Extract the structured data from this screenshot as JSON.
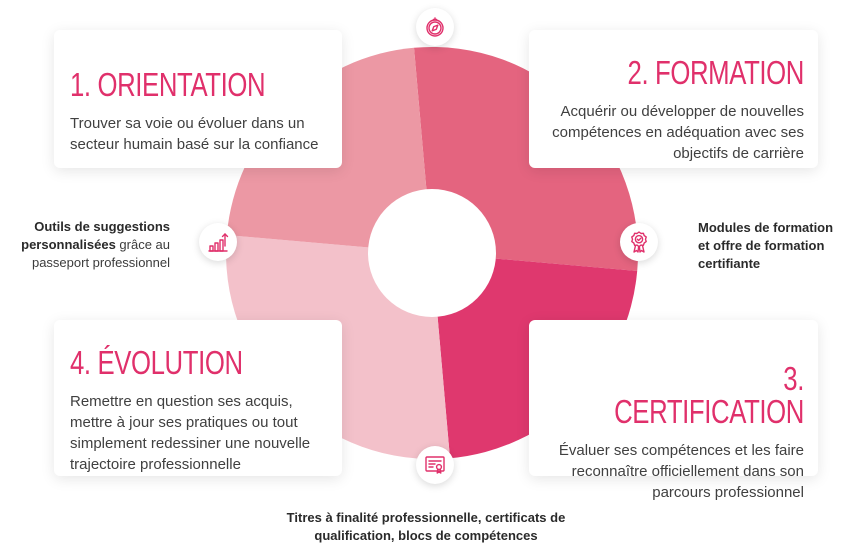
{
  "colors": {
    "accent": "#e0306b",
    "segment_top_right": "#e4647f",
    "segment_bottom_right": "#df386e",
    "segment_bottom_left": "#f3c1ca",
    "segment_top_left": "#ec98a4",
    "icon_stroke": "#e0306b"
  },
  "steps": [
    {
      "title": "1. ORIENTATION",
      "lines": [
        "Trouver sa voie ou évoluer dans un",
        "secteur humain basé sur la confiance"
      ]
    },
    {
      "title": "2. FORMATION",
      "lines": [
        "Acquérir ou développer de nouvelles",
        "compétences en adéquation avec ses",
        "objectifs de carrière"
      ]
    },
    {
      "title": "3. CERTIFICATION",
      "lines": [
        "Évaluer ses compétences et les faire",
        "reconnaître officiellement dans son",
        "parcours professionnel"
      ]
    },
    {
      "title": "4. ÉVOLUTION",
      "lines": [
        "Remettre en question ses acquis,",
        "mettre à jour ses pratiques ou tout",
        "simplement redessiner une nouvelle",
        "trajectoire professionnelle"
      ]
    }
  ],
  "notes": {
    "left": {
      "bold_1": "Outils de suggestions",
      "bold_2": "personnalisées",
      "rest_2": " grâce au",
      "line_3": "passeport professionnel"
    },
    "right": {
      "lines": [
        "Modules de formation",
        "et offre de formation",
        "certifiante"
      ]
    },
    "bottom": {
      "lines": [
        "Titres à finalité professionnelle, certificats de",
        "qualification, blocs de compétences"
      ]
    }
  },
  "icons": {
    "top": "compass-icon",
    "left": "growth-chart-icon",
    "right": "certified-badge-icon",
    "bottom": "certificate-icon"
  }
}
